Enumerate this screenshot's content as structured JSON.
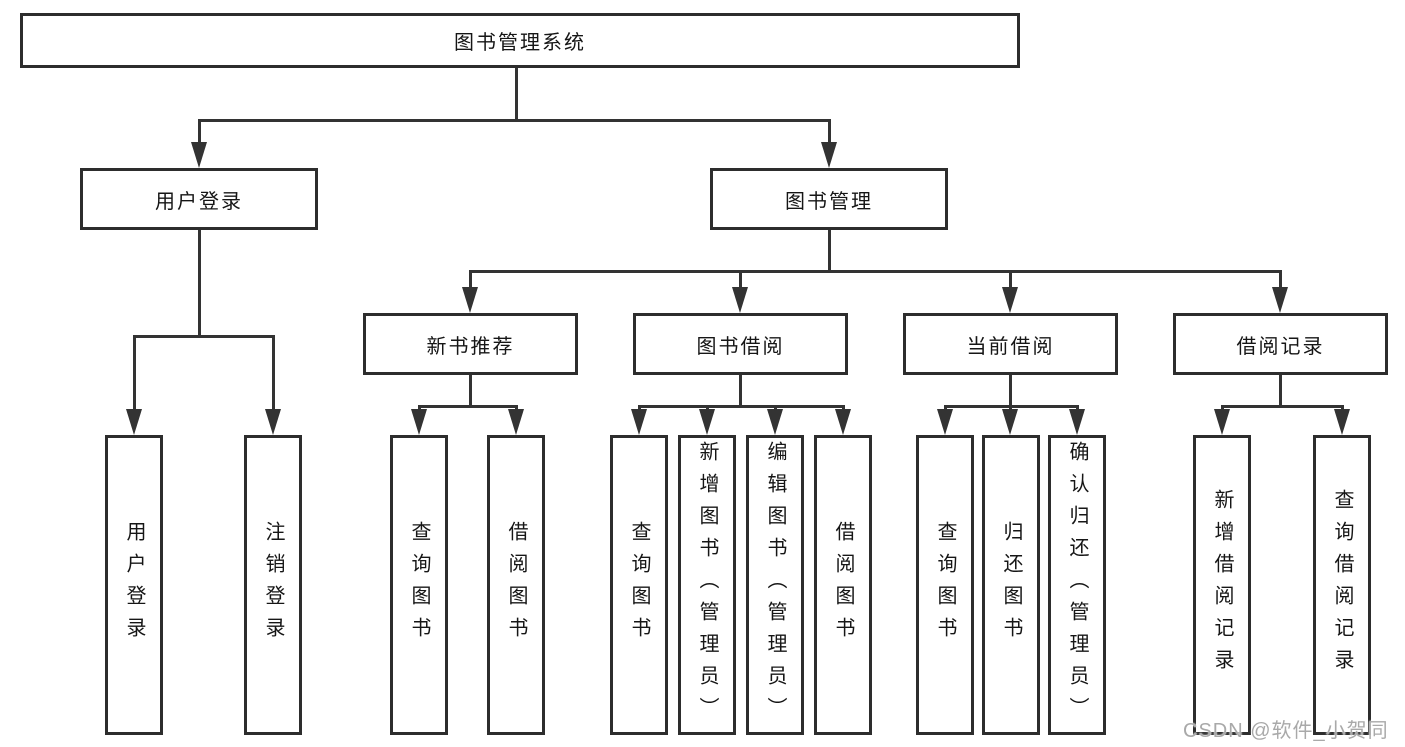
{
  "diagram": {
    "root": {
      "label": "图书管理系统"
    },
    "branches": [
      {
        "label": "用户登录",
        "leaves": [
          {
            "label": "用户登录"
          },
          {
            "label": "注销登录"
          }
        ]
      },
      {
        "label": "图书管理",
        "groups": [
          {
            "label": "新书推荐",
            "leaves": [
              {
                "label": "查询图书"
              },
              {
                "label": "借阅图书"
              }
            ]
          },
          {
            "label": "图书借阅",
            "leaves": [
              {
                "label": "查询图书"
              },
              {
                "label": "新增图书（管理员）"
              },
              {
                "label": "编辑图书（管理员）"
              },
              {
                "label": "借阅图书"
              }
            ]
          },
          {
            "label": "当前借阅",
            "leaves": [
              {
                "label": "查询图书"
              },
              {
                "label": "归还图书"
              },
              {
                "label": "确认归还（管理员）"
              }
            ]
          },
          {
            "label": "借阅记录",
            "leaves": [
              {
                "label": "新增借阅记录"
              },
              {
                "label": "查询借阅记录"
              }
            ]
          }
        ]
      }
    ]
  },
  "watermark": {
    "text": "CSDN @软件_小贺同学"
  },
  "colors": {
    "line": "#333333",
    "border": "#2d2d2d",
    "text": "#161616",
    "watermark": "#a9a9a9",
    "background": "#ffffff"
  }
}
